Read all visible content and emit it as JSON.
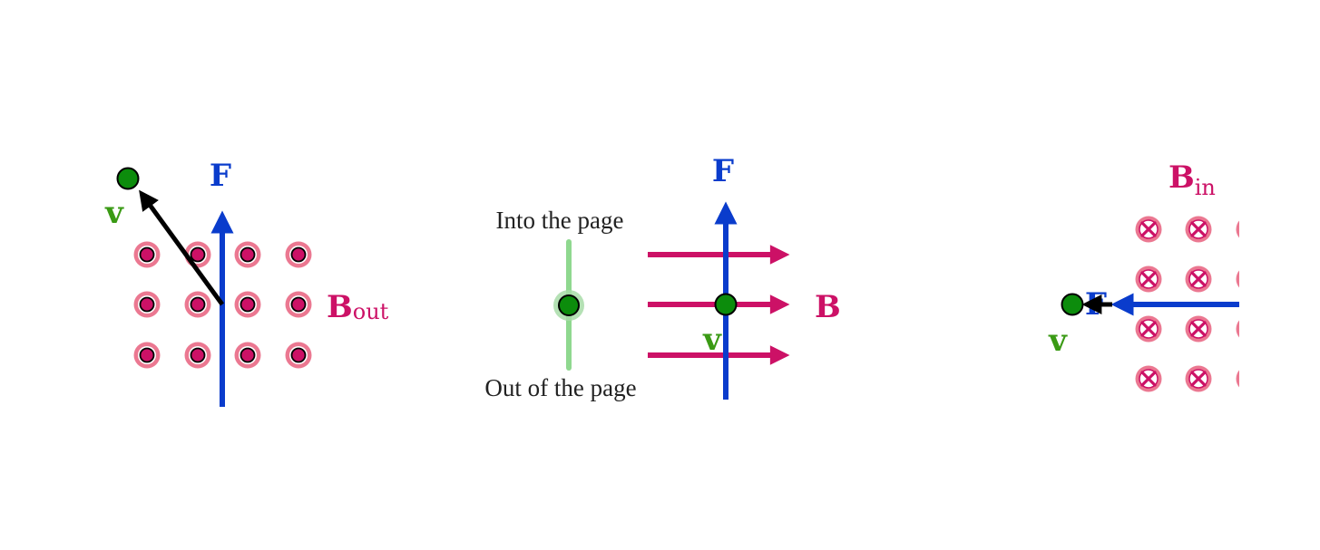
{
  "colors": {
    "force": "#0a3ccc",
    "field": "#cc1166",
    "field_halo": "#e8607e",
    "charge": "#0c8c0c",
    "charge_ring": "#7ccc7c",
    "velocity_label": "#3a9a14",
    "velocity_arrow": "#000000",
    "axis_line": "#8fd88f"
  },
  "panels": [
    {
      "id": "out-of-page-field",
      "force_label": "F",
      "velocity_label": "v",
      "field_label": {
        "main": "B",
        "sub": "out"
      },
      "field_symbol": "dot",
      "field_rows": 3,
      "field_cols": 4
    },
    {
      "id": "side-view",
      "force_label": "F",
      "velocity_label": "v",
      "field_label": {
        "main": "B",
        "sub": ""
      },
      "into_label": "Into the page",
      "out_label": "Out of the page",
      "field_arrow_count": 3
    },
    {
      "id": "into-page-field",
      "force_label": "F",
      "velocity_label": "v",
      "field_label": {
        "main": "B",
        "sub": "in"
      },
      "field_symbol": "cross",
      "field_rows": 4,
      "field_cols": 3
    }
  ]
}
